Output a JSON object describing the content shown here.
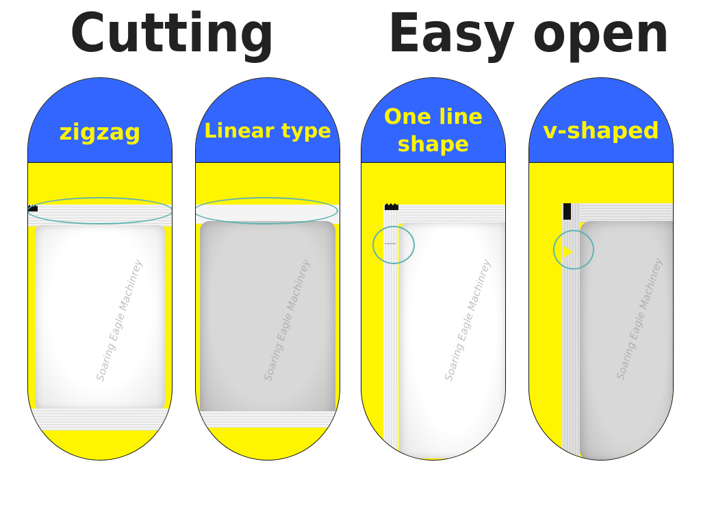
{
  "headings": {
    "cutting": "Cutting",
    "easy_open": "Easy open"
  },
  "capsules": [
    {
      "label": "zigzag"
    },
    {
      "label": "Linear type"
    },
    {
      "label_line1": "One line",
      "label_line2": "shape"
    },
    {
      "label": "v-shaped"
    }
  ],
  "watermark": "Soaring Eagle Machinrey",
  "colors": {
    "blue": "#3366ff",
    "yellow": "#fff500",
    "highlight": "#5fb3b3",
    "heading": "#222222"
  }
}
